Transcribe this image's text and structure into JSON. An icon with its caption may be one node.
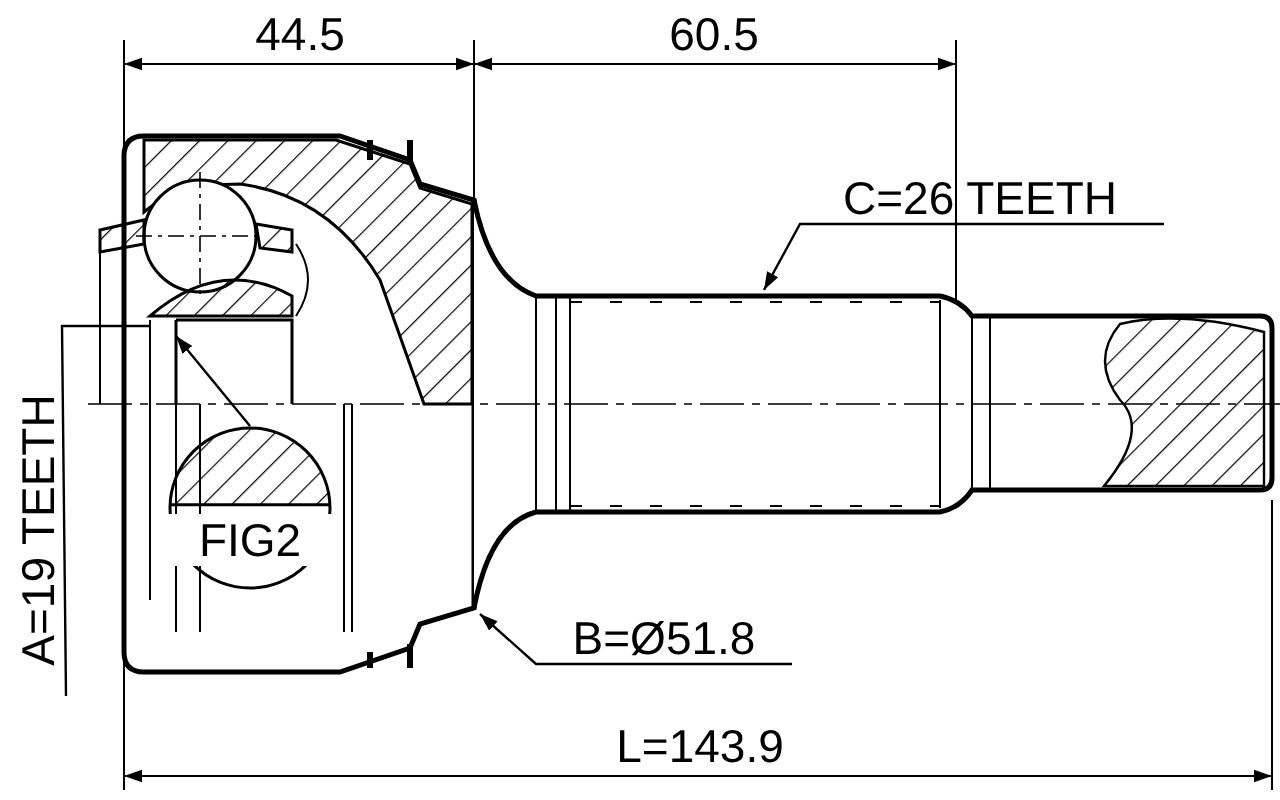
{
  "diagram": {
    "nodes": [
      {
        "text": [
          "C=26 TEETH"
        ]
      },
      {
        "text": [
          "B=Ø51.8"
        ]
      },
      {
        "text": [
          "A=19 TEETH"
        ]
      },
      {
        "text": [
          "FIG2"
        ]
      }
    ],
    "edges": [
      {
        "from": 0,
        "to": null,
        "arrow": "to"
      },
      {
        "from": 1,
        "to": null,
        "arrow": "to"
      },
      {
        "from": 2,
        "to": null,
        "arrow": "none"
      },
      {
        "from": 3,
        "to": null,
        "arrow": "to"
      }
    ],
    "labels": [
      "44.5",
      "60.5",
      "L=143.9"
    ]
  }
}
